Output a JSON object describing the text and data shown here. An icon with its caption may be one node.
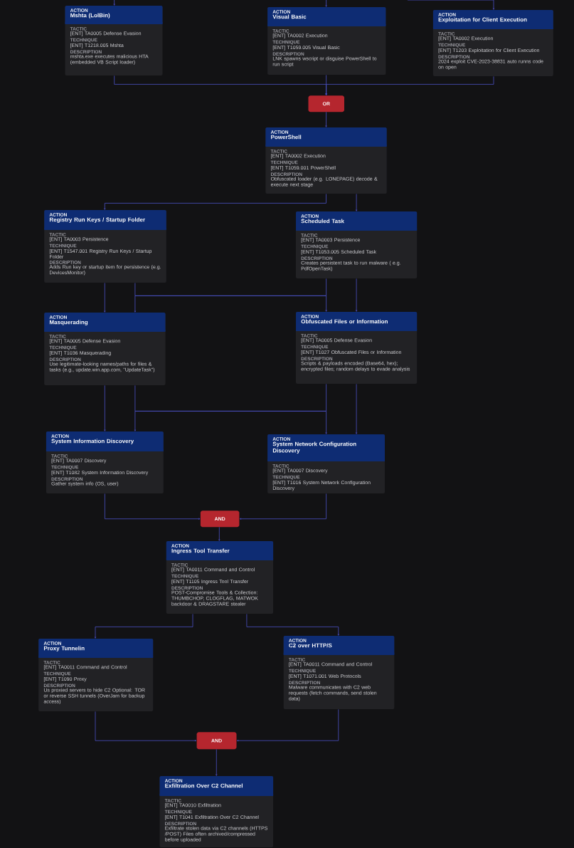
{
  "diagram": {
    "nodes": [
      {
        "text": [
          "ACTION",
          "Mshta (LolBin)",
          "TACTIC",
          "[ENT] TA0005 Defense Evasion",
          "TECHNIQUE",
          "[ENT] T1218.005 Mshta",
          "DESCRIPTION",
          "mshta.exe executes malicious HTA (embedded VB Script loader)"
        ]
      },
      {
        "text": [
          "ACTION",
          "Visual Basic",
          "TACTIC",
          "[ENT] TA0002 Execution",
          "TECHNIQUE",
          "[ENT] T1059.005 Visual Basic",
          "DESCRIPTION",
          "LNK spawns wscript or disguise PowerShell to run script"
        ]
      },
      {
        "text": [
          "ACTION",
          "Exploitation for Client Execution",
          "TACTIC",
          "[ENT] TA0002 Execution",
          "TECHNIQUE",
          "[ENT] T1203 Exploitation for Client Execution",
          "DESCRIPTION",
          "2024 exploit CVE-2023-38831 auto runns code on open"
        ]
      },
      {
        "text": [
          "OR"
        ]
      },
      {
        "text": [
          "ACTION",
          "PowerShell",
          "TACTIC",
          "[ENT] TA0002 Execution",
          "TECHNIQUE",
          "[ENT] T1059.001 PowerShell",
          "DESCRIPTION",
          "Obfuscated loader (e.g. LONEPAGE) decode & execute next stage"
        ]
      },
      {
        "text": [
          "ACTION",
          "Registry Run Keys / Startup Folder",
          "TACTIC",
          "[ENT] TA0003 Persistence",
          "TECHNIQUE",
          "[ENT] T1547.001 Registry Run Keys / Startup Folder",
          "DESCRIPTION",
          "Adds Run key or startup item for persistence (e.g. DevicesMonitor)"
        ]
      },
      {
        "text": [
          "ACTION",
          "Scheduled Task",
          "TACTIC",
          "[ENT] TA0003 Persistence",
          "TECHNIQUE",
          "[ENT] T1053.005 Scheduled Task",
          "DESCRIPTION",
          "Creates persistent task to run malware ( e.g. PdfOpenTask)"
        ]
      },
      {
        "text": [
          "ACTION",
          "Masquerading",
          "TACTIC",
          "[ENT] TA0005 Defense Evasion",
          "TECHNIQUE",
          "[ENT] T1036 Masquerading",
          "DESCRIPTION",
          "Use legitimate-looking names/paths for files & tasks (e.g., update.win.app.com, \"UpdateTask\")"
        ]
      },
      {
        "text": [
          "ACTION",
          "Obfuscated Files or Information",
          "TACTIC",
          "[ENT] TA0005 Defense Evasion",
          "TECHNIQUE",
          "[ENT] T1027 Obfuscated Files or Information",
          "DESCRIPTION",
          "Scripts & payloads encoded (Base64, hex); encrypted files; random delays to evade analysis"
        ]
      },
      {
        "text": [
          "ACTION",
          "System Information Discovery",
          "TACTIC",
          "[ENT] TA0007 Discovery",
          "TECHNIQUE",
          "[ENT] T1082 System Information Discovery",
          "DESCRIPTION",
          "Gather system info (OS, user)"
        ]
      },
      {
        "text": [
          "ACTION",
          "System Network Configuration Discovery",
          "TACTIC",
          "[ENT] TA0007 Discovery",
          "TECHNIQUE",
          "[ENT] T1016 System Network Configuration Discovery"
        ]
      },
      {
        "text": [
          "AND"
        ]
      },
      {
        "text": [
          "ACTION",
          "Ingress Tool Transfer",
          "TACTIC",
          "[ENT] TA0011 Command and Control",
          "TECHNIQUE",
          "[ENT] T1105 Ingress Tool Transfer",
          "DESCRIPTION",
          "POST-Compromise Tools & Collection: THUMBCHOP, CLOGFLAG, MATWOK backdoor & DRAGSTARE stealer"
        ]
      },
      {
        "text": [
          "ACTION",
          "Proxy Tunnelin",
          "TACTIC",
          "[ENT] TA0011 Command and Control",
          "TECHNIQUE",
          "[ENT] T1090 Proxy",
          "DESCRIPTION",
          "Us proxied servers to hide C2 Optional: TOR or reverse SSH tunnels (OverJam for backup access)"
        ]
      },
      {
        "text": [
          "ACTION",
          "C2 over HTTP/S",
          "TACTIC",
          "[ENT] TA0011 Command and Control",
          "TECHNIQUE",
          "[ENT] T1071.001 Web Protocols",
          "DESCRIPTION",
          "Malware communicates with C2 web requests (fetch commands, send stolen data)"
        ]
      },
      {
        "text": [
          "AND"
        ]
      },
      {
        "text": [
          "ACTION",
          "Exfiltration Over C2 Channel",
          "TACTIC",
          "[ENT] TA0010 Exfiltration",
          "TECHNIQUE",
          "[ENT] T1041 Exfiltration Over C2 Channel",
          "DESCRIPTION",
          "Exfiltrate stolen data via C2 channels (HTTPS /POST) Files often archived/compressed before uploaded"
        ]
      }
    ],
    "edges": [
      {
        "from": null,
        "to": 0,
        "arrow": "to"
      },
      {
        "from": null,
        "to": 1,
        "arrow": "to"
      },
      {
        "from": null,
        "to": 2,
        "arrow": "to"
      },
      {
        "from": 0,
        "to": 3,
        "arrow": "to"
      },
      {
        "from": 1,
        "to": 3,
        "arrow": "to"
      },
      {
        "from": 2,
        "to": 3,
        "arrow": "to"
      },
      {
        "from": 3,
        "to": 4,
        "arrow": "to"
      },
      {
        "from": 4,
        "to": 5,
        "arrow": "to"
      },
      {
        "from": 4,
        "to": 6,
        "arrow": "to"
      },
      {
        "from": 5,
        "to": 7,
        "arrow": "to"
      },
      {
        "from": 5,
        "to": 8,
        "arrow": "to"
      },
      {
        "from": 6,
        "to": 7,
        "arrow": "to"
      },
      {
        "from": 6,
        "to": 8,
        "arrow": "to"
      },
      {
        "from": 7,
        "to": 9,
        "arrow": "to"
      },
      {
        "from": 7,
        "to": 10,
        "arrow": "to"
      },
      {
        "from": 8,
        "to": 9,
        "arrow": "to"
      },
      {
        "from": 8,
        "to": 10,
        "arrow": "to"
      },
      {
        "from": 9,
        "to": 11,
        "arrow": "to"
      },
      {
        "from": 10,
        "to": 11,
        "arrow": "to"
      },
      {
        "from": 11,
        "to": 12,
        "arrow": "to"
      },
      {
        "from": 12,
        "to": 13,
        "arrow": "to"
      },
      {
        "from": 12,
        "to": 14,
        "arrow": "to"
      },
      {
        "from": 13,
        "to": 15,
        "arrow": "to"
      },
      {
        "from": 14,
        "to": 15,
        "arrow": "to"
      },
      {
        "from": 15,
        "to": 16,
        "arrow": "to"
      }
    ]
  }
}
